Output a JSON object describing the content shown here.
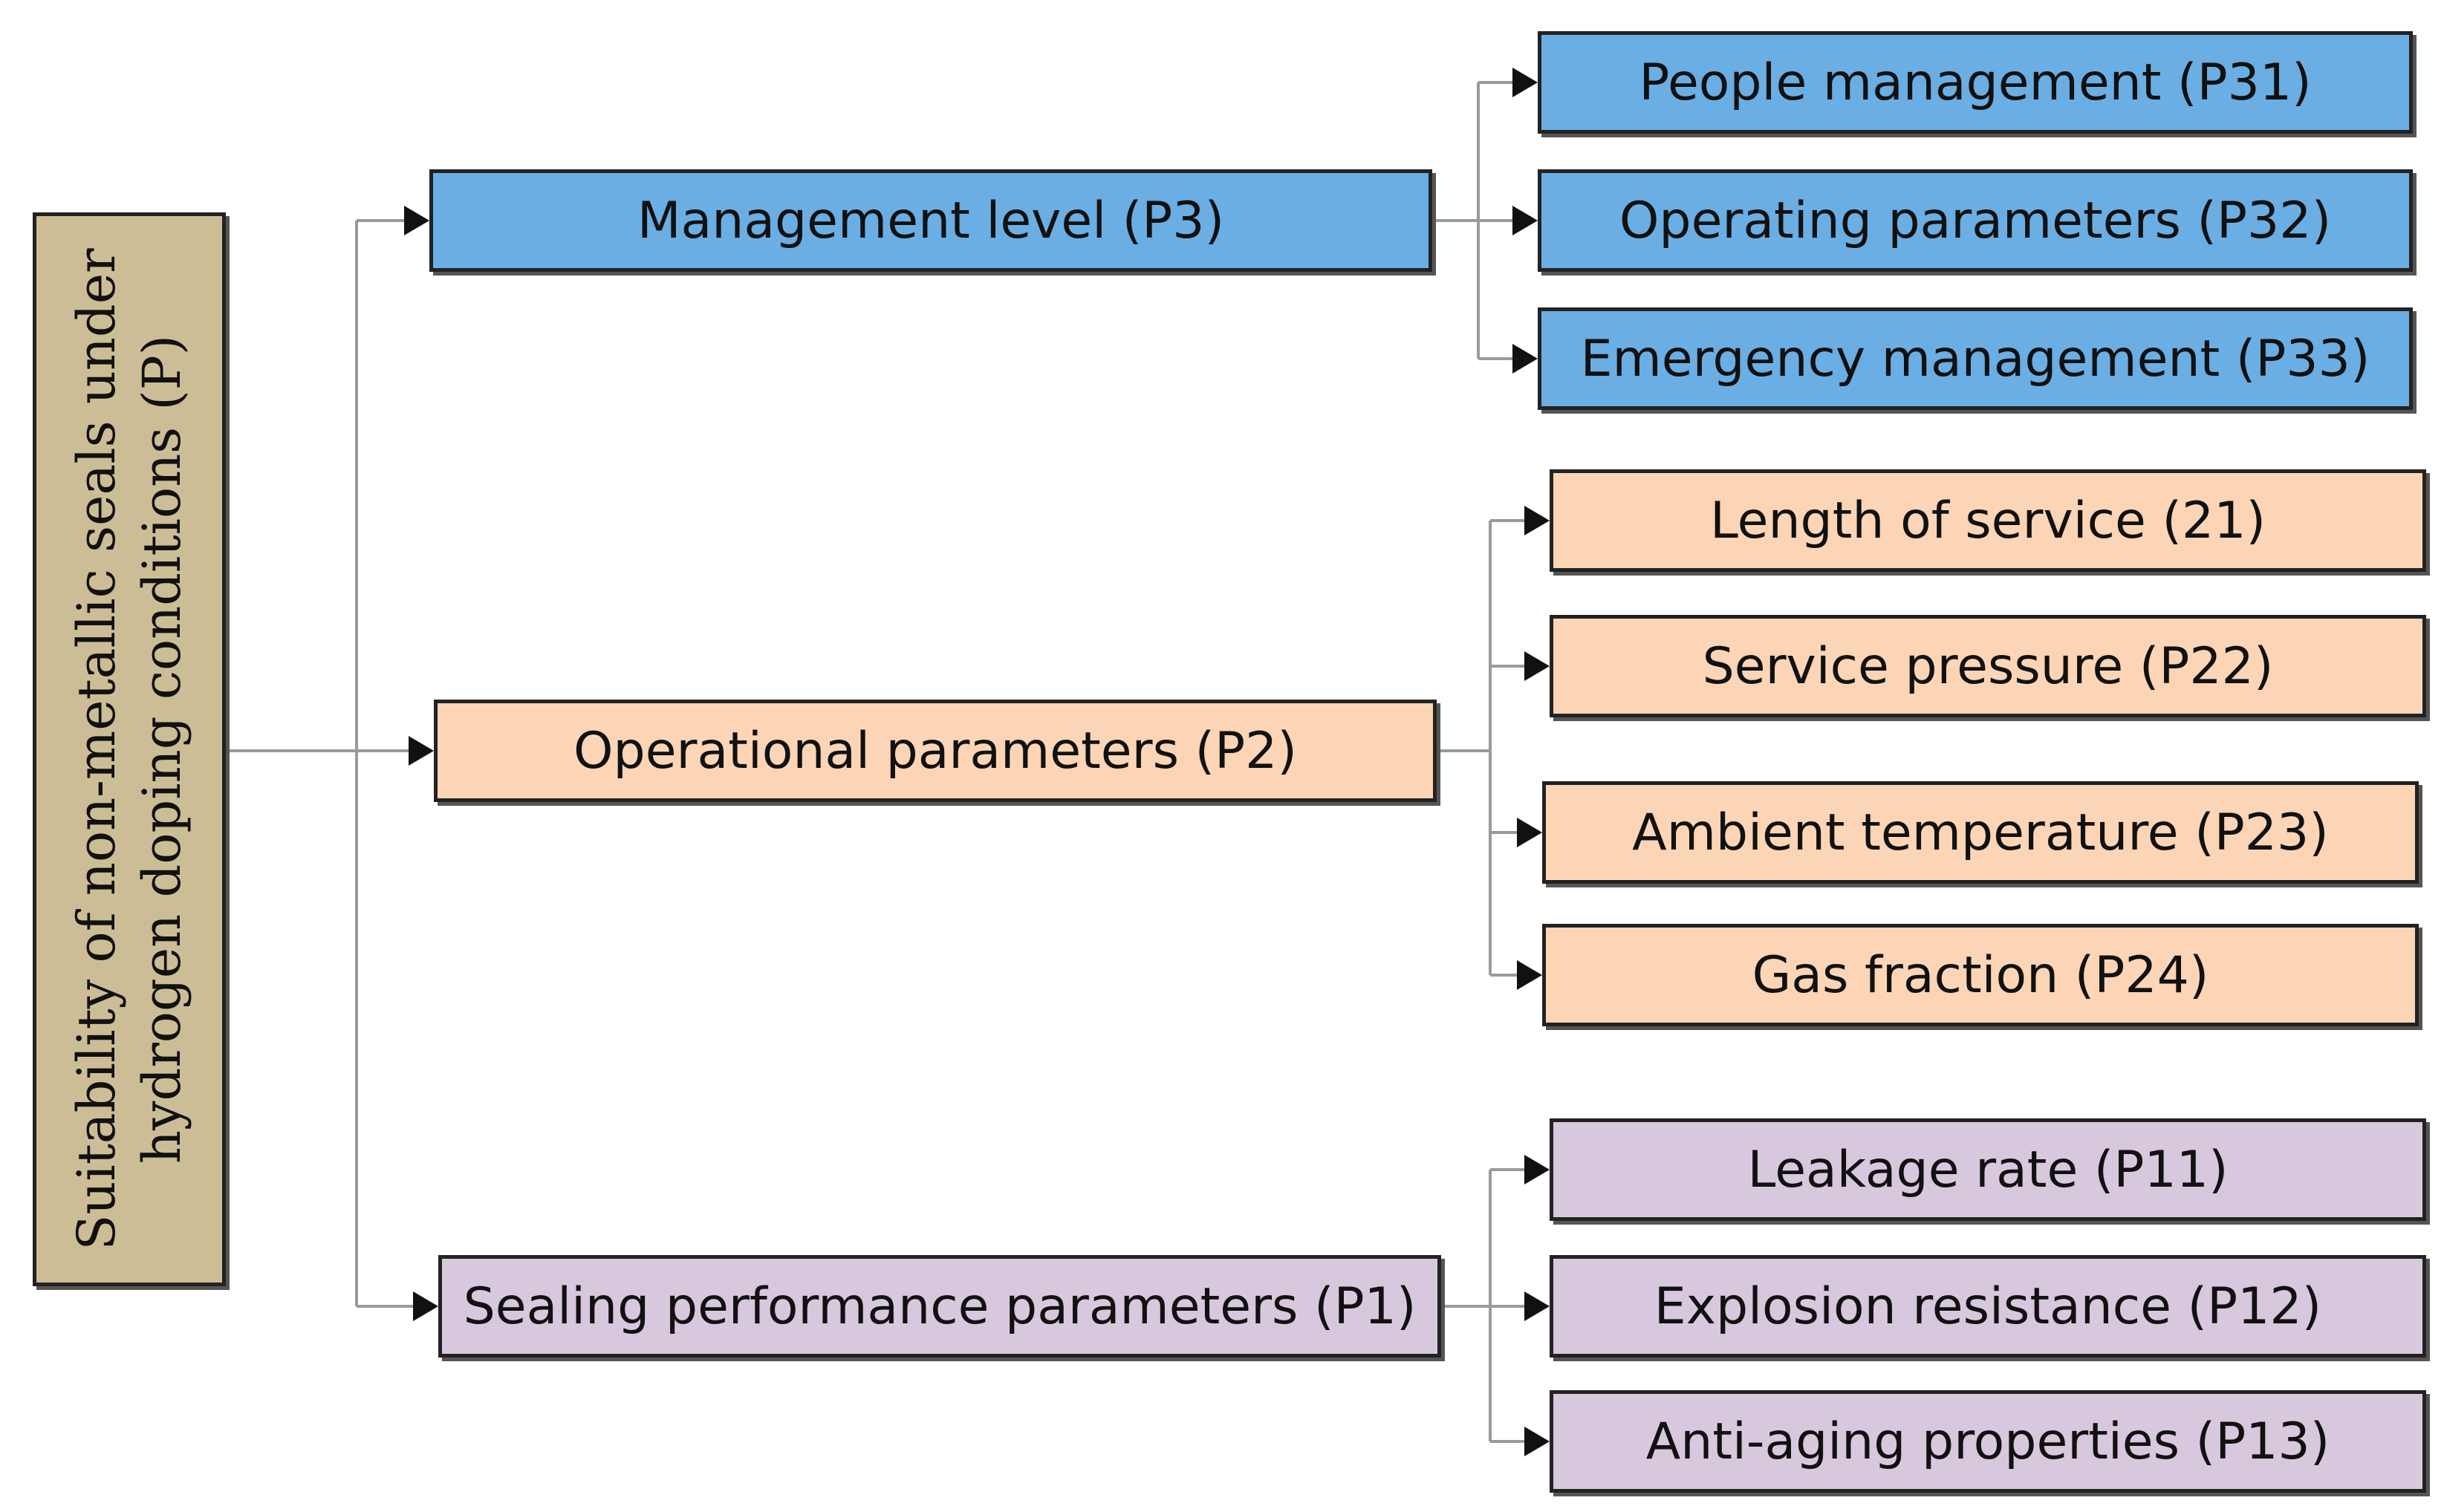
{
  "colors": {
    "root": "#cdbd96",
    "management": "#6aaee3",
    "operational": "#fcd5b6",
    "sealing": "#d8c8de",
    "lines": "#9a9a9a",
    "arrow": "#111111"
  },
  "root": {
    "line1": "Suitability of non-metallic seals under",
    "line2": "hydrogen doping conditions (P)"
  },
  "groups": [
    {
      "label": "Management level (P3)",
      "children": [
        "People management (P31)",
        "Operating parameters (P32)",
        "Emergency management (P33)"
      ]
    },
    {
      "label": "Operational parameters (P2)",
      "children": [
        "Length of service (21)",
        "Service pressure (P22)",
        "Ambient temperature (P23)",
        "Gas fraction (P24)"
      ]
    },
    {
      "label": "Sealing performance parameters (P1)",
      "children": [
        "Leakage rate (P11)",
        "Explosion resistance (P12)",
        "Anti-aging properties (P13)"
      ]
    }
  ]
}
